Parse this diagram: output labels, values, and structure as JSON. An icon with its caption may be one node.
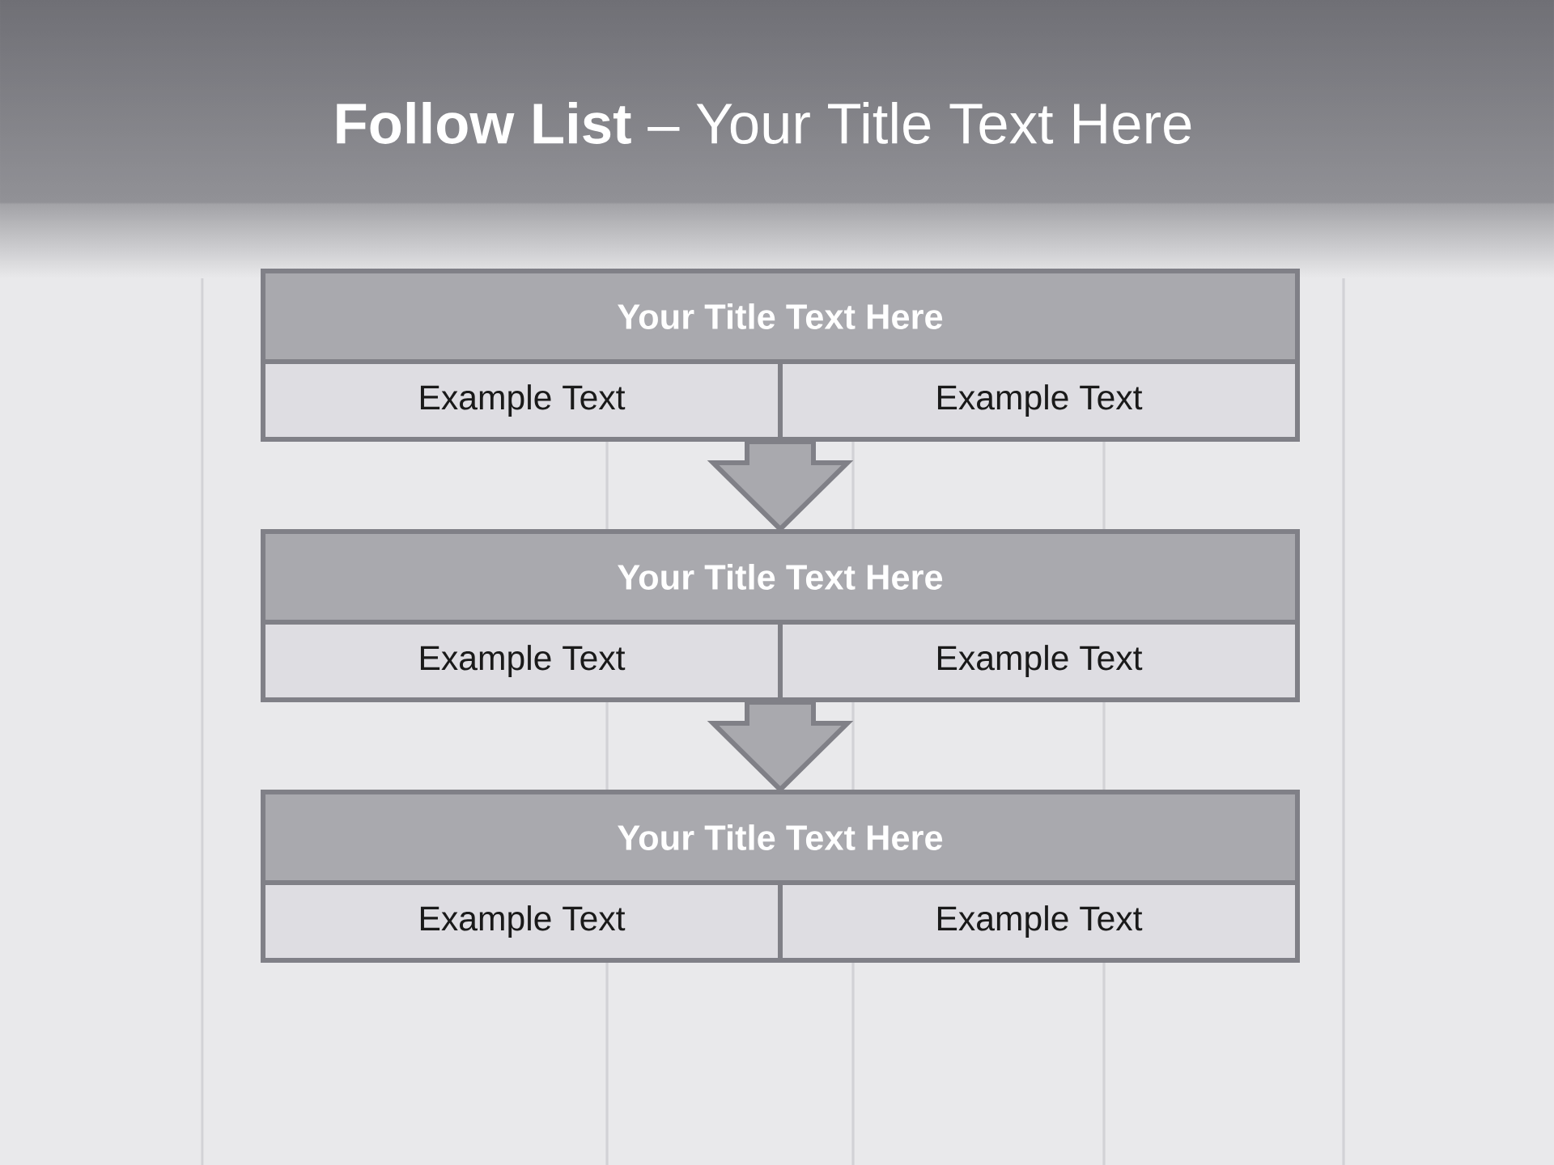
{
  "diagram": {
    "title": "**Follow List** – Your Title Text Here",
    "nodes": [
      {
        "text": [
          "Your Title Text Here"
        ]
      },
      {
        "text": [
          "Example Text"
        ]
      },
      {
        "text": [
          "Example Text"
        ]
      },
      {
        "text": [
          "Your Title Text Here"
        ]
      },
      {
        "text": [
          "Example Text"
        ]
      },
      {
        "text": [
          "Example Text"
        ]
      },
      {
        "text": [
          "Your Title Text Here"
        ]
      },
      {
        "text": [
          "Example Text"
        ]
      },
      {
        "text": [
          "Example Text"
        ]
      }
    ],
    "edges": [
      {
        "from": 1,
        "to": 3,
        "arrow": "to"
      },
      {
        "from": 2,
        "to": 3,
        "arrow": "to"
      },
      {
        "from": 4,
        "to": 6,
        "arrow": "to"
      },
      {
        "from": 5,
        "to": 6,
        "arrow": "to"
      }
    ]
  }
}
